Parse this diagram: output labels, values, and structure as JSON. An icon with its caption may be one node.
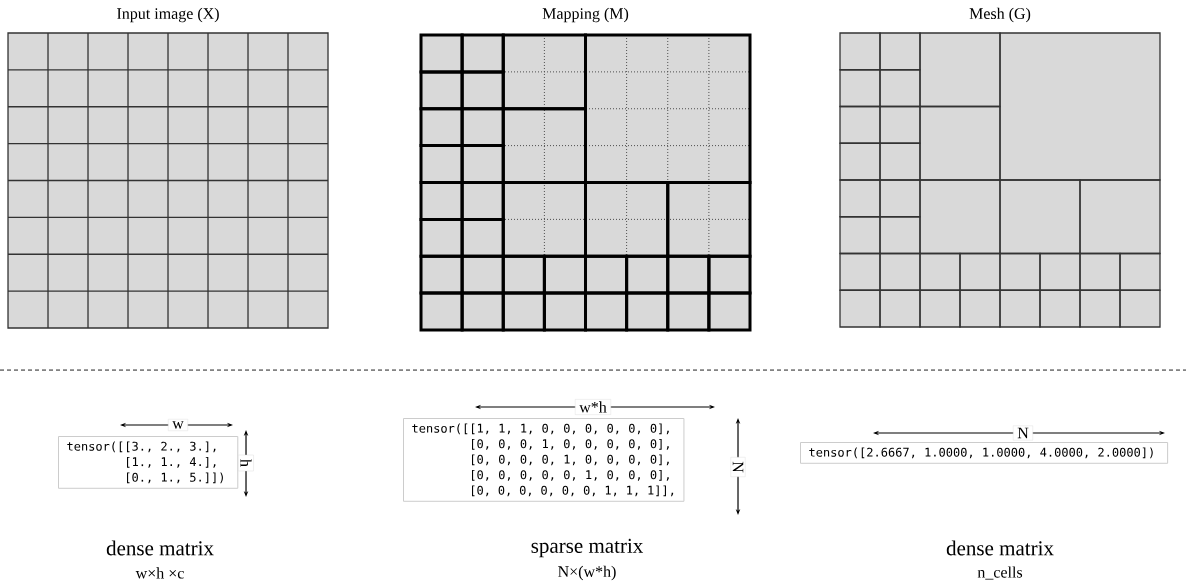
{
  "diagram": {
    "nodes": [
      {
        "text": [
          "Input image (X)"
        ]
      },
      {
        "text": [
          "Mapping (M)"
        ]
      },
      {
        "text": [
          "Mesh (G)"
        ]
      },
      {
        "text": [
          "tensor([[3., 2., 3.], [1., 1., 4.], [0., 1., 5.]])"
        ],
        "beside": [
          "dense matrix",
          "w×h ×c"
        ]
      },
      {
        "text": [
          "tensor([[1, 1, 1, 0, 0, 0, 0, 0, 0], [0, 0, 0, 1, 0, 0, 0, 0, 0], [0, 0, 0, 0, 1, 0, 0, 0, 0], [0, 0, 0, 0, 0, 1, 0, 0, 0], [0, 0, 0, 0, 0, 0, 1, 1, 1]],"
        ],
        "beside": [
          "sparse matrix",
          "N×(w*h)"
        ]
      },
      {
        "text": [
          "tensor([2.6667, 1.0000, 1.0000, 4.0000, 2.0000])"
        ],
        "beside": [
          "dense matrix",
          "n_cells"
        ]
      }
    ],
    "labels": [
      "w",
      "h",
      "w*h",
      "N",
      "N"
    ]
  }
}
